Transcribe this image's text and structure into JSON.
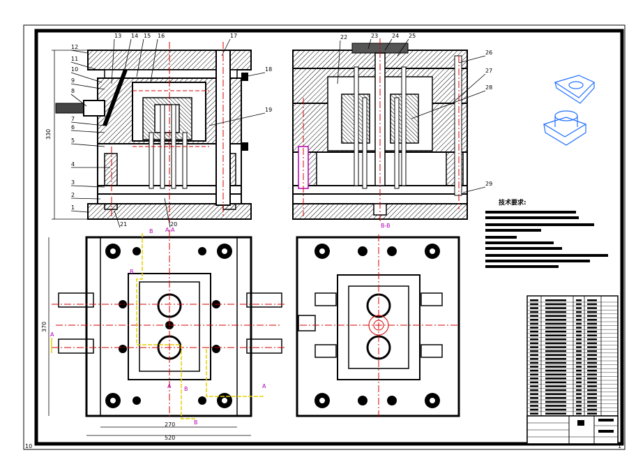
{
  "callouts_left": [
    "12",
    "11",
    "10",
    "9",
    "8",
    "7",
    "6",
    "5",
    "4",
    "3",
    "2",
    "1"
  ],
  "callouts_top": [
    "13",
    "14",
    "15",
    "16",
    "17"
  ],
  "callouts_right_left": [
    "18",
    "19"
  ],
  "callout_bottom_left": [
    "21",
    "20"
  ],
  "callouts_top_right": [
    "22",
    "23",
    "24",
    "25"
  ],
  "callouts_right": [
    "26",
    "27",
    "28",
    "29"
  ],
  "section_labels": [
    "B-B",
    "A-A",
    "B",
    "B",
    "B",
    "B",
    "A",
    "A",
    "A"
  ],
  "dim_height_front": "330",
  "dim_width_inner": "270",
  "dim_width_outer": "520",
  "dim_height_plan": "370",
  "tech_requirements_title": "技术要求:",
  "corner_left": "10",
  "corner_right": "1",
  "colors": {
    "line": "#000000",
    "hatch": "#000000",
    "center_line": "#d40000",
    "section_line": "#e6d000",
    "label_mag": "#b000b0",
    "part_blue": "#1f6fff"
  }
}
